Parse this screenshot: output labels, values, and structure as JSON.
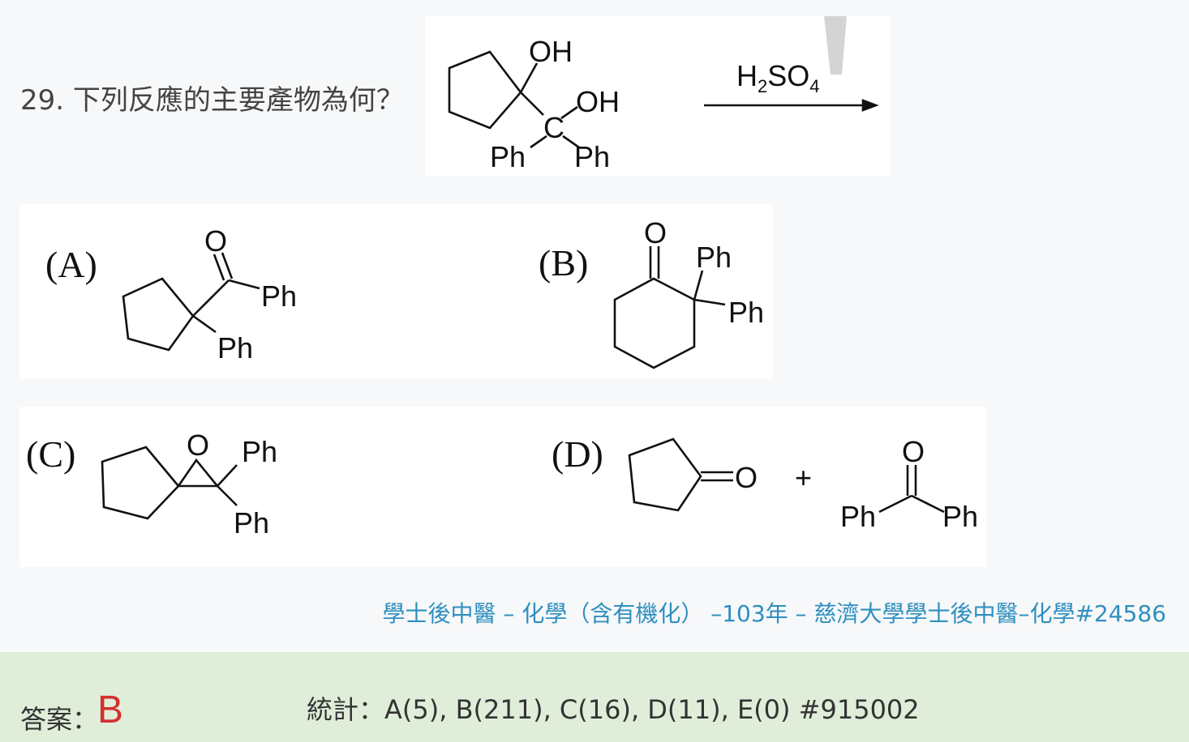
{
  "question": {
    "text": "29. 下列反應的主要產物為何？"
  },
  "reaction": {
    "oh_top": "OH",
    "oh_right": "OH",
    "carbon": "C",
    "ph_left": "Ph",
    "ph_right": "Ph",
    "reagent_h": "H",
    "reagent_sub1": "2",
    "reagent_so": "SO",
    "reagent_sub2": "4"
  },
  "options": {
    "a": {
      "label": "(A)",
      "oxygen": "O",
      "ph1": "Ph",
      "ph2": "Ph"
    },
    "b": {
      "label": "(B)",
      "oxygen": "O",
      "ph1": "Ph",
      "ph2": "Ph"
    },
    "c": {
      "label": "(C)",
      "oxygen": "O",
      "ph1": "Ph",
      "ph2": "Ph"
    },
    "d": {
      "label": "(D)",
      "oxygen1": "O",
      "plus": "+",
      "oxygen2": "O",
      "ph1": "Ph",
      "ph2": "Ph"
    }
  },
  "source": {
    "text": "學士後中醫 – 化學（含有機化） –103年 – 慈濟大學學士後中醫–化學#24586"
  },
  "answer": {
    "label": "答案：",
    "value": "B",
    "stats": "統計：A(5), B(211), C(16), D(11), E(0) #915002"
  },
  "colors": {
    "answer": "#d32f2f",
    "link": "#2f8fbf",
    "answer_bg": "#e0eed9"
  }
}
